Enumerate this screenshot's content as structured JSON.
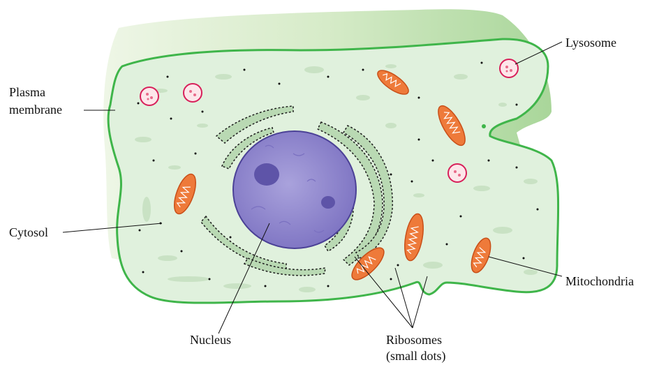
{
  "labels": {
    "plasma_membrane_1": "Plasma",
    "plasma_membrane_2": "membrane",
    "cytosol": "Cytosol",
    "nucleus": "Nucleus",
    "ribosomes_1": "Ribosomes",
    "ribosomes_2": "(small dots)",
    "mitochondria": "Mitochondria",
    "lysosome": "Lysosome"
  },
  "colors": {
    "membrane": "#3fb54a",
    "cytosol": "#dff0dc",
    "outer_shade": "#c9e3b8",
    "er": "#b9d9b3",
    "nucleus": "#8f86cf",
    "nucleolus": "#5e54a8",
    "mitochondria": "#ee7a3a",
    "lysosome_ring": "#d8205a",
    "lysosome_fill": "#fde6ea"
  }
}
